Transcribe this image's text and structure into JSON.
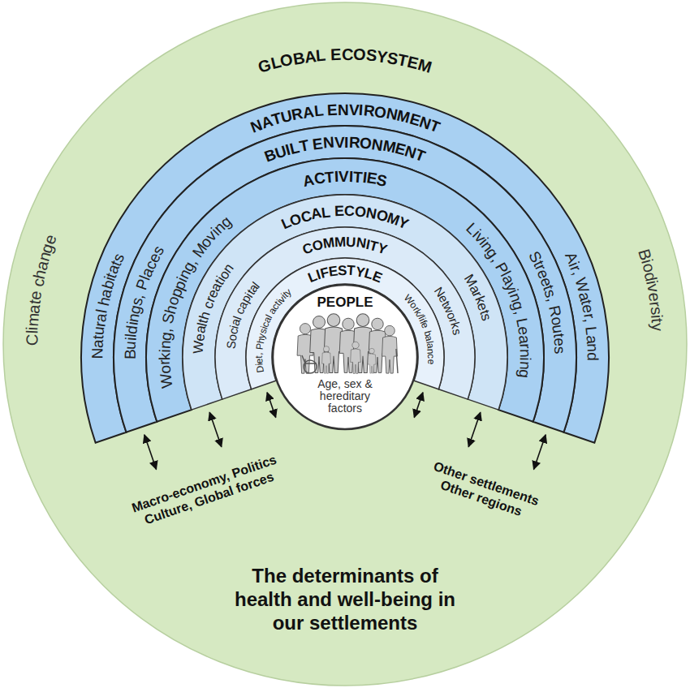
{
  "diagram": {
    "caption": "The determinants of health and well-being in our settlements",
    "nodes": [
      {
        "text": [
          "GLOBAL ECOSYSTEM",
          "Climate change",
          "Biodiversity"
        ]
      },
      {
        "text": [
          "NATURAL ENVIRONMENT",
          "Natural habitats",
          "Air, Water, Land"
        ],
        "in": 0
      },
      {
        "text": [
          "BUILT ENVIRONMENT",
          "Buildings, Places",
          "Streets, Routes"
        ],
        "in": 1
      },
      {
        "text": [
          "ACTIVITIES",
          "Working, Shopping, Moving",
          "Living, Playing, Learning"
        ],
        "in": 2
      },
      {
        "text": [
          "LOCAL ECONOMY",
          "Wealth creation",
          "Markets"
        ],
        "in": 3
      },
      {
        "text": [
          "COMMUNITY",
          "Social capital",
          "Networks"
        ],
        "in": 4
      },
      {
        "text": [
          "LIFESTYLE",
          "Diet, Physical activity",
          "Work/life balance"
        ],
        "in": 5
      },
      {
        "text": [
          "PEOPLE",
          "Age, sex & hereditary factors"
        ],
        "in": 6
      }
    ],
    "labels": [
      "Macro-economy, Politics Culture, Global forces",
      "Other settlements Other regions"
    ]
  }
}
